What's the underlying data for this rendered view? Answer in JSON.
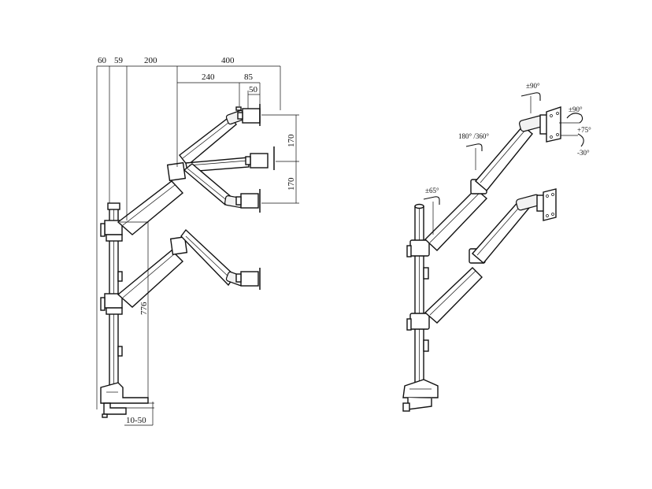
{
  "colors": {
    "line": "#111111",
    "background": "#ffffff"
  },
  "dimensions": {
    "d60": "60",
    "d59": "59",
    "d200": "200",
    "d400": "400",
    "d240": "240",
    "d85": "85",
    "d50": "50",
    "d170a": "170",
    "d170b": "170",
    "d776": "776",
    "d1050": "10-50"
  },
  "angles": {
    "tilt_top": "±90°",
    "rotate_side": "±90°",
    "tilt_up": "+75°",
    "tilt_down": "-30°",
    "swivel": "180° /360°",
    "arm_swing": "±65°"
  }
}
